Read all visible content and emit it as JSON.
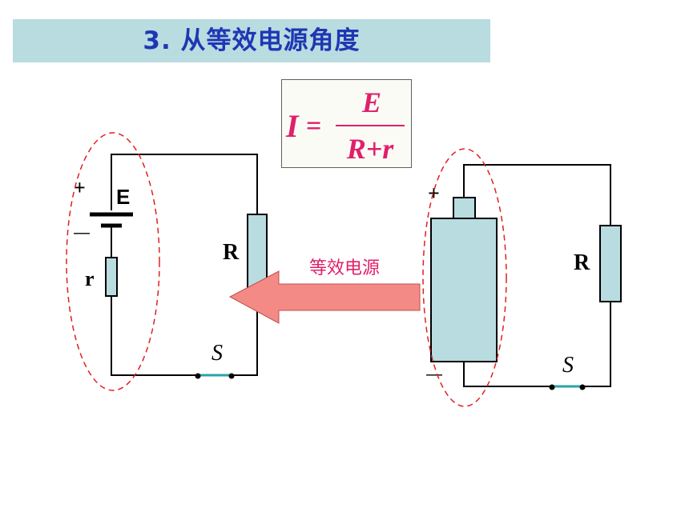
{
  "title": "3. 从等效电源角度",
  "formula": {
    "lhs": "I",
    "eq": "=",
    "numerator": "E",
    "denominator": "R+r"
  },
  "left_circuit": {
    "plus": "+",
    "minus": "—",
    "emf": "E",
    "internal_resistance": "r",
    "resistor": "R",
    "switch": "S"
  },
  "arrow_label": "等效电源",
  "right_circuit": {
    "plus": "+",
    "minus": "—",
    "resistor": "R",
    "switch": "S"
  },
  "colors": {
    "title_bg": "#b8dce0",
    "title_text": "#1f36b4",
    "formula_text": "#e0206a",
    "component_fill": "#b8dce0",
    "arrow_fill": "#f48a86",
    "label_pink": "#e0206a",
    "dashed_ellipse": "#e02020",
    "switch": "#2aa3a8",
    "wire": "#000000"
  }
}
